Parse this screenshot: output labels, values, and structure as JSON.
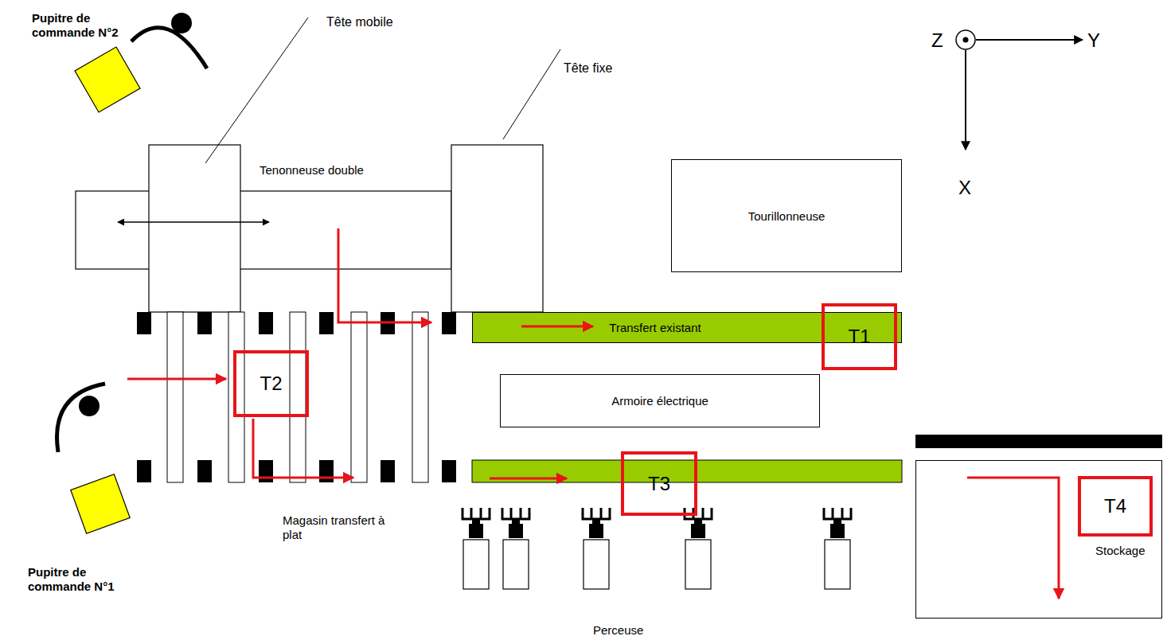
{
  "diagram": {
    "nodes": [
      {
        "text": [
          "Tourillonneuse"
        ]
      },
      {
        "text": [
          "Transfert existant"
        ]
      },
      {
        "text": [
          "T1"
        ]
      },
      {
        "text": [
          "T2"
        ]
      },
      {
        "text": [
          "Armoire électrique"
        ]
      },
      {
        "text": [
          "T3"
        ]
      },
      {
        "text": [
          "Stockage"
        ]
      },
      {
        "text": [
          "T4"
        ],
        "in": 6
      }
    ],
    "labels": [
      "Pupitre de commande N°2",
      "Tête mobile",
      "Tête fixe",
      "Tenonneuse double",
      "Magasin transfert à plat",
      "Pupitre de commande N°1",
      "Perceuse",
      "Z",
      "Y",
      "X"
    ]
  }
}
